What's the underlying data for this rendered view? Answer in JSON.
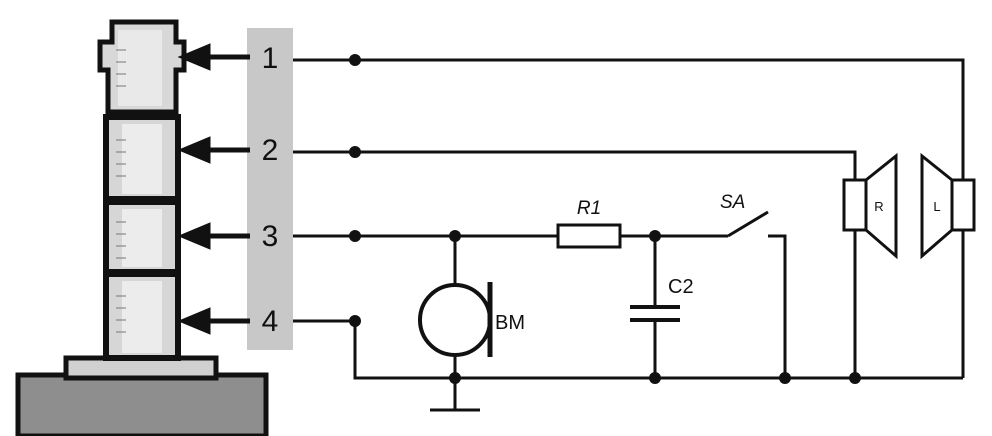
{
  "pins": [
    {
      "number": "1"
    },
    {
      "number": "2"
    },
    {
      "number": "3"
    },
    {
      "number": "4"
    }
  ],
  "components": {
    "resistor": "R1",
    "capacitor": "C2",
    "switch": "SA",
    "microphone": "BM",
    "speaker_right": "R",
    "speaker_left": "L"
  },
  "colors": {
    "wire": "#111111",
    "pin_strip": "#c8c8c8",
    "plug_body": "#9a9a9a",
    "plug_metal": "#d4d4d4",
    "base": "#8c8c8c"
  }
}
